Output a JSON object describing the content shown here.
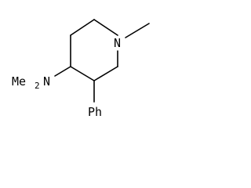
{
  "molecule": {
    "atom_labels": {
      "ring_nitrogen": "N",
      "amine_methyl": "Me",
      "amine_nitrogen": "N",
      "amine_subscript": "2",
      "phenyl": "Ph"
    },
    "colors": {
      "bond": "#000000",
      "text": "#000000",
      "background": "#ffffff"
    }
  }
}
